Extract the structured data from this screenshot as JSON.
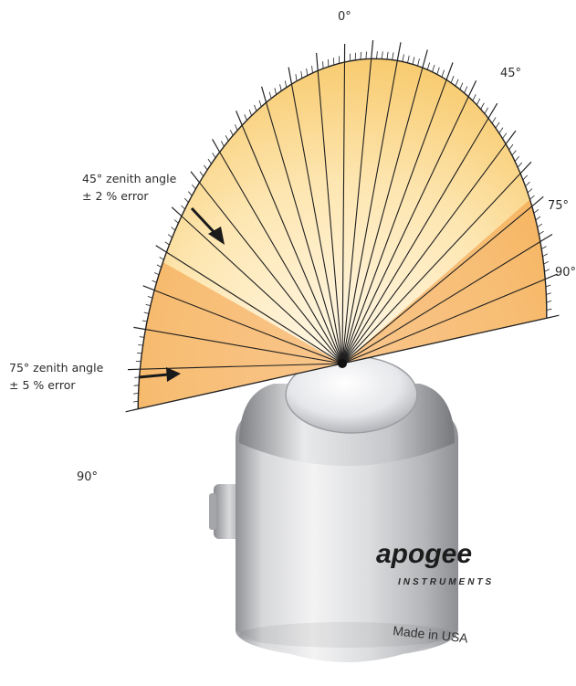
{
  "diagram": {
    "angle_labels": [
      {
        "id": "top",
        "text": "0°"
      },
      {
        "id": "right-45",
        "text": "45°"
      },
      {
        "id": "right-75",
        "text": "75°"
      },
      {
        "id": "right-90",
        "text": "90°"
      },
      {
        "id": "left-90",
        "text": "90°"
      }
    ],
    "annotations": [
      {
        "id": "zenith-45",
        "line1": "45° zenith angle",
        "line2": "± 2 % error"
      },
      {
        "id": "zenith-75",
        "line1": "75° zenith angle",
        "line2": "± 5 % error"
      }
    ],
    "sensor": {
      "brand": "apogee",
      "sub_brand": "INSTRUMENTS",
      "made_in": "Made in USA"
    },
    "colors": {
      "fan_light": "#fff6df",
      "fan_mid": "#fbd68a",
      "fan_dark": "#f2913a",
      "ray": "#1f1f1f",
      "aluminum": "#c9cacc"
    }
  }
}
